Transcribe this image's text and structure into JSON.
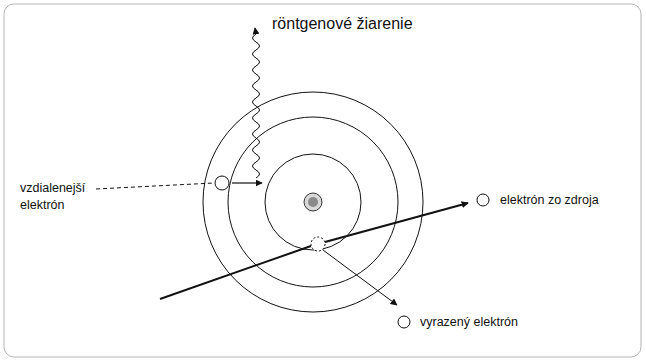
{
  "diagram": {
    "labels": [
      "röntgenové žiarenie",
      "vzdialenejší elektrón",
      "elektrón zo zdroja",
      "vyrazený elektrón"
    ]
  }
}
